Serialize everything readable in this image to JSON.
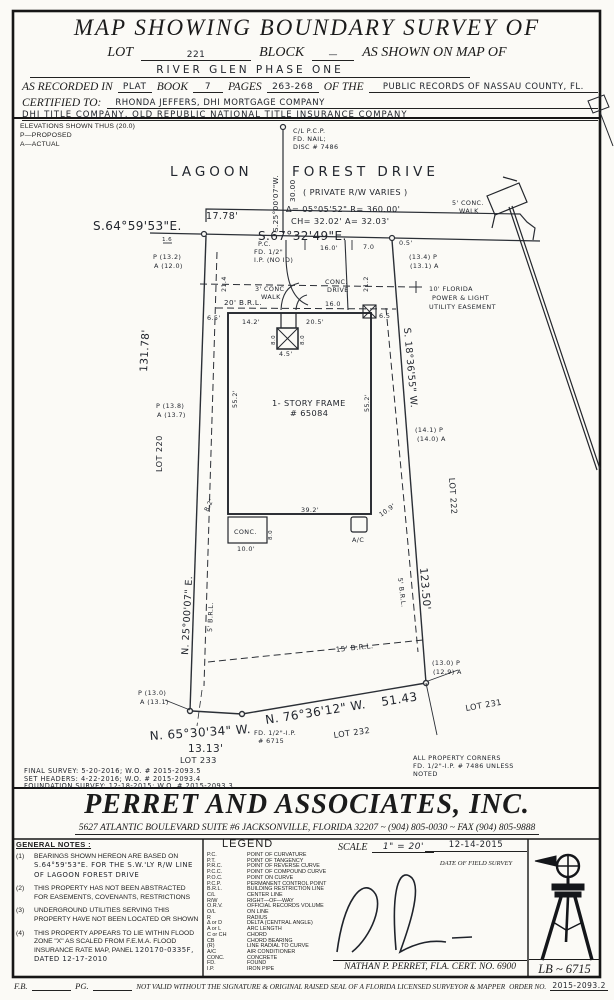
{
  "header": {
    "title": "MAP SHOWING BOUNDARY SURVEY OF",
    "lot_label": "LOT",
    "lot_value": "221",
    "block_label": "BLOCK",
    "block_value": "—",
    "map_of": "AS SHOWN ON MAP OF",
    "subdivision": "RIVER GLEN PHASE ONE",
    "recorded_pre": "AS RECORDED IN",
    "plat": "PLAT",
    "book": "BOOK",
    "book_no": "7",
    "pages_label": "PAGES",
    "pages_value": "263-268",
    "of_the": "OF THE",
    "records": "PUBLIC RECORDS OF NASSAU COUNTY, FL.",
    "certified_label": "CERTIFIED TO:",
    "certified_1": "RHONDA JEFFERS, DHI MORTGAGE COMPANY",
    "certified_2": "DHI TITLE COMPANY, OLD REPUBLIC NATIONAL TITLE INSURANCE COMPANY"
  },
  "elevnote": [
    "ELEVATIONS SHOWN THUS (20.0)",
    "P—PROPOSED",
    "A—ACTUAL"
  ],
  "map": {
    "labels": {
      "cl1": "C/L P.C.P.",
      "cl2": "FD. NAIL;",
      "cl3": "DISC # 7486",
      "street1": "LAGOON",
      "street2": "FOREST DRIVE",
      "street_sub": "( PRIVATE R/W VARIES )",
      "cl_brg": "S.25°00'07\"W.",
      "cl_dist": "30.00",
      "d1778": "17.78'",
      "curve1": "Δ= 05°05'52\"  R= 360.00'",
      "curve2": "CH= 32.02'  A= 32.03'",
      "walk5a": "5' CONC.",
      "walk5b": "WALK",
      "brg_front1": "S.64°59'53\"E.",
      "brg_front2": "S.67°32'49\"E.",
      "t16": "1.6",
      "p132a": "P (13.2)",
      "p132b": "A (12.0)",
      "pc1": "P.C.",
      "pc2": "FD. 1/2\"",
      "pc3": "I.P. (NO ID)",
      "d160": "16.0'",
      "d70": "7.0",
      "d05": "0.5'",
      "p134a": "(13.4) P",
      "p134b": "(13.1) A",
      "ease1": "10' FLORIDA",
      "ease2": "POWER & LIGHT",
      "ease3": "UTILITY EASEMENT",
      "d214": "21.4",
      "d212": "21.2",
      "walk3a": "3' CONC",
      "walk3b": "WALK",
      "drive1": "CONC.",
      "drive2": "DRIVE",
      "brl20": "20' B.R.L.",
      "brl5": "5' B.R.L.",
      "brl15": "15' B.R.L.",
      "d65l": "6.5'",
      "d65r": "6.5",
      "d142": "14.2'",
      "d160b": "16.0",
      "d205": "20.5'",
      "d13178": "131.78'",
      "lot220": "LOT 220",
      "p138a": "P (13.8)",
      "p138b": "A (13.7)",
      "brg_left": "N. 25°00'07\" E.",
      "house1": "1- STORY FRAME",
      "house2": "# 65084",
      "d552": "55.2'",
      "d80": "8.0",
      "d45": "4.5'",
      "brg_right": "S. 18°36'55\" W.",
      "p141a": "(14.1) P",
      "p141b": "(14.0) A",
      "lot222": "LOT 222",
      "d82": "8.2'",
      "d392": "39.2'",
      "d109": "10.9'",
      "conc": "CONC.",
      "d100": "10.0'",
      "ac": "A/C",
      "d12350": "123.50'",
      "p130ra": "(13.0) P",
      "p130rb": "(12.9) A",
      "p130la": "P (13.0)",
      "p130lb": "A (13.1)",
      "brg_b1": "N. 76°36'12\" W.",
      "d5143": "51.43",
      "fdip1": "FD. 1/2\"-I.P.",
      "fdip2": "# 6715",
      "lot231": "LOT 231",
      "lot232": "LOT 232",
      "lot233": "LOT 233",
      "brg_b2": "N. 65°30'34\" W.",
      "d1313": "13.13'",
      "corners1": "ALL PROPERTY CORNERS",
      "corners2": "FD. 1/2\"-I.P. # 7486 UNLESS",
      "corners3": "NOTED"
    },
    "history": [
      "FINAL SURVEY: 5-20-2016; W.O. # 2015-2093.5",
      "SET HEADERS: 4-22-2016; W.O. # 2015-2093.4",
      "FOUNDATION SURVEY: 12-18-2015; W.O. # 2015-2093.3"
    ]
  },
  "firm": {
    "name": "PERRET AND ASSOCIATES, INC.",
    "address": "5627 ATLANTIC BOULEVARD SUITE #6 JACKSONVILLE, FLORIDA 32207 ~ (904) 805-0030 ~ FAX (904) 805-9888"
  },
  "notes": {
    "heading": "GENERAL NOTES :",
    "items": [
      {
        "num": "(1)",
        "printed": "BEARINGS SHOWN HEREON ARE BASED ON",
        "hand": "S.64°59'53\"E. FOR THE S.W.'LY R/W LINE OF LAGOON FOREST DRIVE"
      },
      {
        "num": "(2)",
        "printed": "THIS PROPERTY HAS NOT BEEN ABSTRACTED FOR EASEMENTS, COVENANTS, RESTRICTIONS",
        "hand": ""
      },
      {
        "num": "(3)",
        "printed": "UNDERGROUND UTILITIES SERVING THIS PROPERTY HAVE NOT BEEN LOCATED OR SHOWN",
        "hand": ""
      },
      {
        "num": "(4)",
        "printed": "THIS PROPERTY APPEARS TO LIE WITHIN FLOOD ZONE \"X\" AS SCALED FROM F.E.M.A. FLOOD INSURANCE RATE MAP, PANEL",
        "hand": "120170-0335F, DATED 12-17-2010"
      }
    ]
  },
  "legend": {
    "heading": "LEGEND",
    "rows": [
      {
        "abbr": "P.C.",
        "meaning": "POINT OF CURVATURE"
      },
      {
        "abbr": "P.T.",
        "meaning": "POINT OF TANGENCY"
      },
      {
        "abbr": "P.R.C.",
        "meaning": "POINT OF REVERSE CURVE"
      },
      {
        "abbr": "P.C.C.",
        "meaning": "POINT OF COMPOUND CURVE"
      },
      {
        "abbr": "P.O.C.",
        "meaning": "POINT ON CURVE"
      },
      {
        "abbr": "P.C.P.",
        "meaning": "PERMANENT CONTROL POINT"
      },
      {
        "abbr": "B.R.L.",
        "meaning": "BUILDING RESTRICTION LINE"
      },
      {
        "abbr": "C/L",
        "meaning": "CENTER LINE"
      },
      {
        "abbr": "R/W",
        "meaning": "RIGHT—OF—WAY"
      },
      {
        "abbr": "O.R.V.",
        "meaning": "OFFICIAL RECORDS VOLUME"
      },
      {
        "abbr": "O/L",
        "meaning": "ON LINE"
      },
      {
        "abbr": "R",
        "meaning": "RADIUS"
      },
      {
        "abbr": "Δ or D",
        "meaning": "DELTA (CENTRAL ANGLE)"
      },
      {
        "abbr": "A or L",
        "meaning": "ARC LENGTH"
      },
      {
        "abbr": "C or CH",
        "meaning": "CHORD"
      },
      {
        "abbr": "CB",
        "meaning": "CHORD BEARING"
      },
      {
        "abbr": "(R)",
        "meaning": "LINE RADIAL TO CURVE"
      },
      {
        "abbr": "A/C",
        "meaning": "AIR CONDITIONER"
      },
      {
        "abbr": "CONC.",
        "meaning": "CONCRETE"
      },
      {
        "abbr": "FD.",
        "meaning": "FOUND"
      },
      {
        "abbr": "I.P.",
        "meaning": "IRON PIPE"
      }
    ]
  },
  "certification": {
    "scale_label": "SCALE",
    "scale_value": "1\" = 20'",
    "date_value": "12-14-2015",
    "date_label": "DATE OF FIELD SURVEY",
    "surveyor": "NATHAN P. PERRET, FLA. CERT. NO. 6900",
    "lb": "LB ~ 6715"
  },
  "bottom": {
    "fb": "F.B.",
    "pg": "PG.",
    "disclaimer": "NOT VALID WITHOUT THE SIGNATURE & ORIGINAL RAISED SEAL OF A FLORIDA LICENSED SURVEYOR & MAPPER",
    "order_label": "ORDER NO.",
    "order_value": "2015-2093.2"
  }
}
